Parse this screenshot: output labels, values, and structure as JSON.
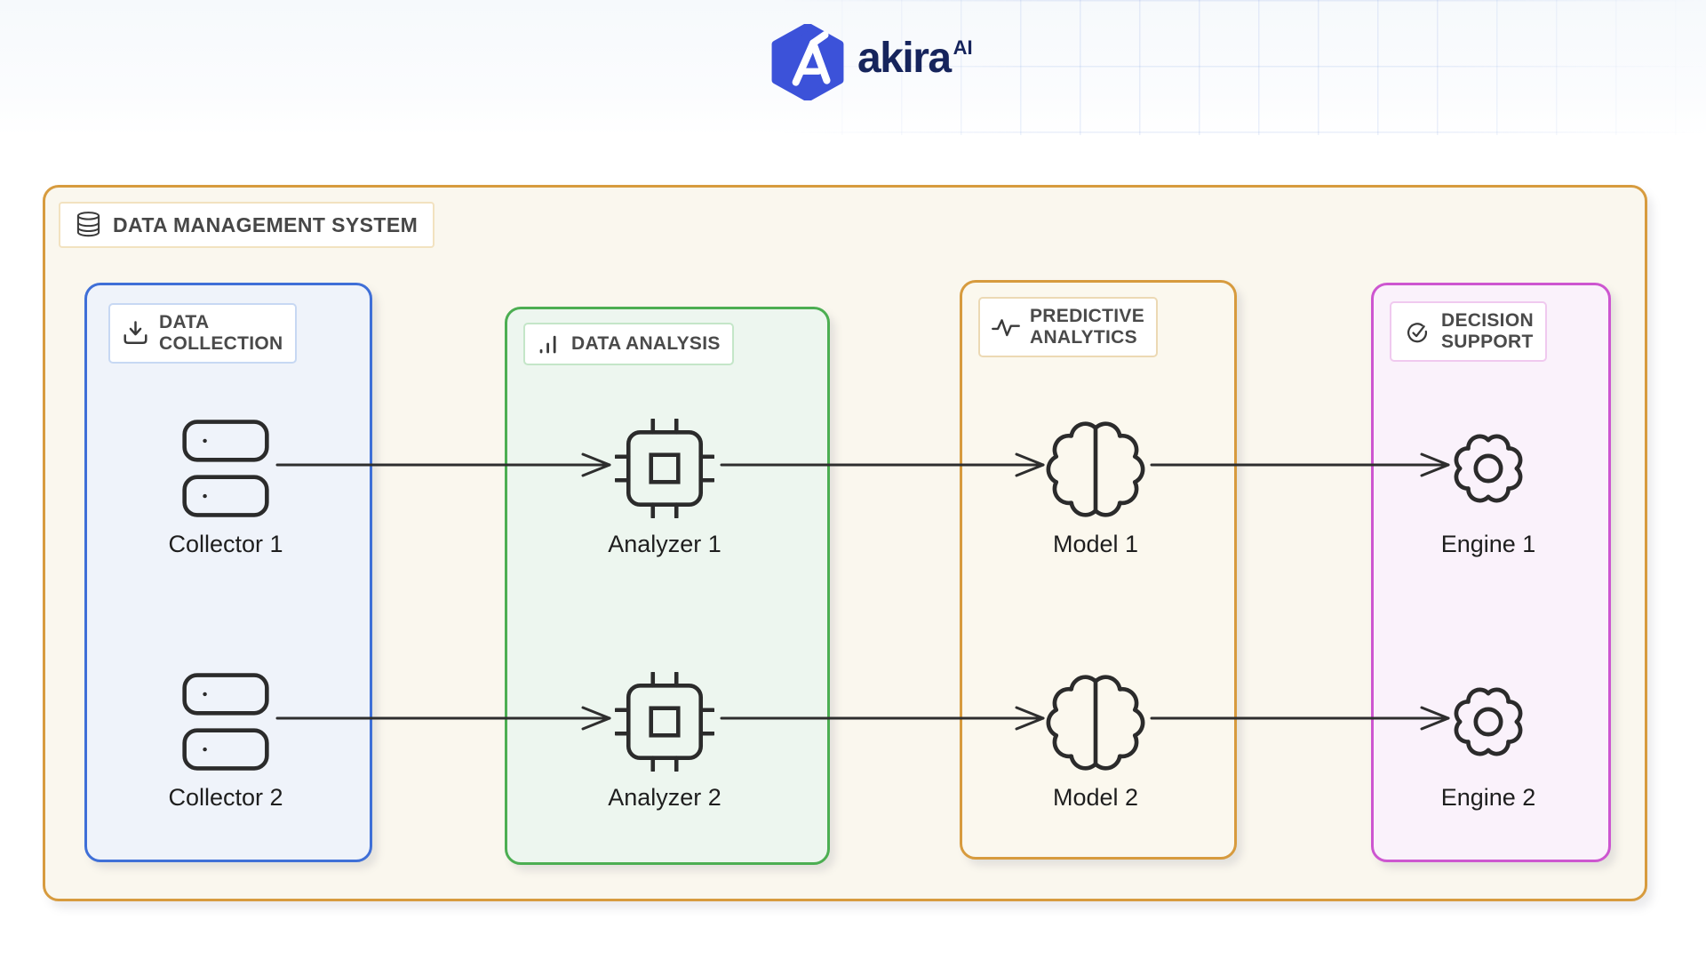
{
  "header": {
    "brand": {
      "name": "akira",
      "suffix": "AI",
      "logo_icon": "hexagon-a-logo-icon"
    }
  },
  "diagram": {
    "system": {
      "label": "DATA MANAGEMENT SYSTEM",
      "icon": "database-icon"
    },
    "groups": [
      {
        "id": "data-collection",
        "icon": "download-icon",
        "label_lines": [
          "DATA",
          "COLLECTION"
        ],
        "nodes": [
          "Collector 1",
          "Collector 2"
        ]
      },
      {
        "id": "data-analysis",
        "icon": "bar-chart-icon",
        "label_lines": [
          "DATA ANALYSIS"
        ],
        "nodes": [
          "Analyzer 1",
          "Analyzer 2"
        ]
      },
      {
        "id": "predictive-analytics",
        "icon": "pulse-icon",
        "label_lines": [
          "PREDICTIVE",
          "ANALYTICS"
        ],
        "nodes": [
          "Model 1",
          "Model 2"
        ]
      },
      {
        "id": "decision-support",
        "icon": "check-circle-icon",
        "label_lines": [
          "DECISION",
          "SUPPORT"
        ],
        "nodes": [
          "Engine 1",
          "Engine 2"
        ]
      }
    ],
    "node_icons": {
      "collector": "server-icon",
      "analyzer": "chip-icon",
      "model": "brain-icon",
      "engine": "gear-icon"
    },
    "flow": [
      [
        "Collector 1",
        "Analyzer 1"
      ],
      [
        "Analyzer 1",
        "Model 1"
      ],
      [
        "Model 1",
        "Engine 1"
      ],
      [
        "Collector 2",
        "Analyzer 2"
      ],
      [
        "Analyzer 2",
        "Model 2"
      ],
      [
        "Model 2",
        "Engine 2"
      ]
    ],
    "colors": {
      "outer_border": "#d79b3e",
      "outer_fill": "#faf7ee",
      "collection_border": "#3f6fd7",
      "collection_fill": "#eff3fa",
      "analysis_border": "#4cae52",
      "analysis_fill": "#edf6ef",
      "predictive_border": "#d79b3e",
      "predictive_fill": "#fbf8ee",
      "decision_border": "#cd56d0",
      "decision_fill": "#faf2fb",
      "arrow": "#2e2e2e",
      "brand_blue": "#3c52d9",
      "brand_navy": "#16245c"
    }
  }
}
